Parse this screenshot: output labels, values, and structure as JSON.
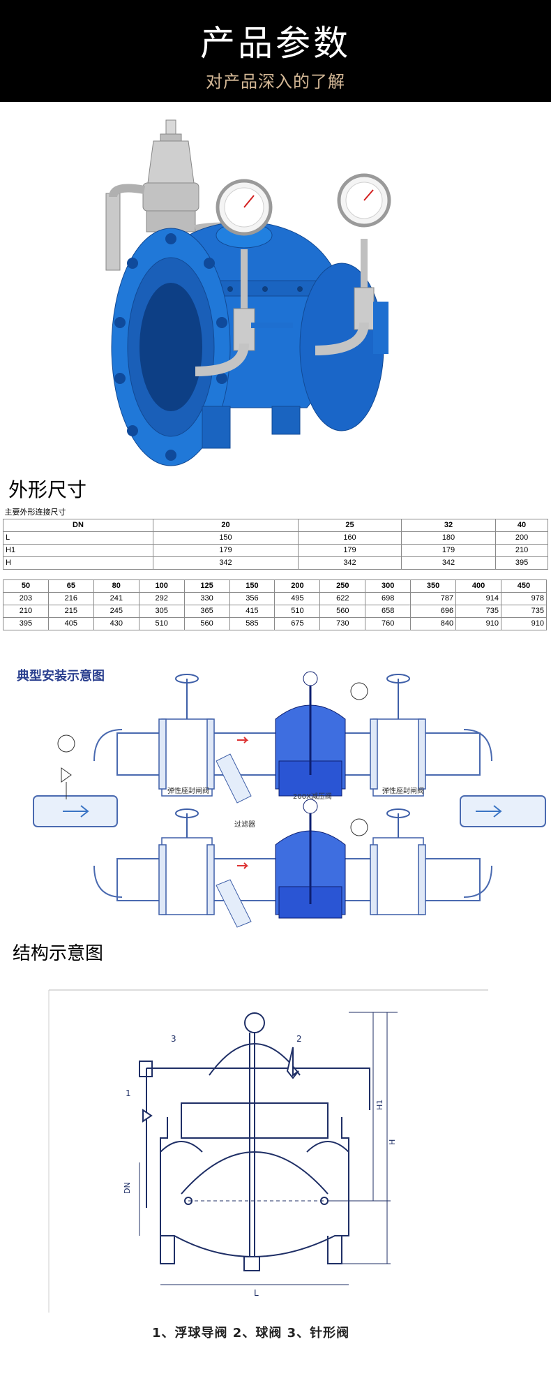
{
  "header": {
    "title": "产品参数",
    "subtitle": "对产品深入的了解"
  },
  "product_image": {
    "icon": "pressure-reducing-valve-photo",
    "body_color": "#1e78d0",
    "metal_color": "#c8c8c8"
  },
  "dimensions": {
    "title": "外形尺寸",
    "table1": {
      "caption": "主要外形连接尺寸",
      "headers": [
        "DN",
        "20",
        "25",
        "32",
        "40"
      ],
      "rows": [
        {
          "label": "L",
          "values": [
            "150",
            "160",
            "180",
            "200"
          ]
        },
        {
          "label": "H1",
          "values": [
            "179",
            "179",
            "179",
            "210"
          ]
        },
        {
          "label": "H",
          "values": [
            "342",
            "342",
            "342",
            "395"
          ]
        }
      ]
    },
    "table2": {
      "headers": [
        "50",
        "65",
        "80",
        "100",
        "125",
        "150",
        "200",
        "250",
        "300",
        "350",
        "400",
        "450"
      ],
      "rows": [
        [
          "203",
          "216",
          "241",
          "292",
          "330",
          "356",
          "495",
          "622",
          "698",
          "787",
          "914",
          "978"
        ],
        [
          "210",
          "215",
          "245",
          "305",
          "365",
          "415",
          "510",
          "560",
          "658",
          "696",
          "735",
          "735"
        ],
        [
          "395",
          "405",
          "430",
          "510",
          "560",
          "585",
          "675",
          "730",
          "760",
          "840",
          "910",
          "910"
        ]
      ]
    }
  },
  "installation": {
    "title": "典型安装示意图",
    "labels": {
      "left_gate": "弹性座封闸阀",
      "center_valve": "200X减压阀",
      "right_gate": "弹性座封闸阀",
      "filter": "过滤器"
    },
    "accent": "#1a3fc7"
  },
  "structure": {
    "title": "结构示意图",
    "caption": "1、浮球导阀  2、球阀  3、针形阀",
    "callouts": [
      "1",
      "2",
      "3"
    ],
    "dim_labels": {
      "l": "L",
      "dn": "DN",
      "h1": "H1",
      "h": "H"
    }
  }
}
